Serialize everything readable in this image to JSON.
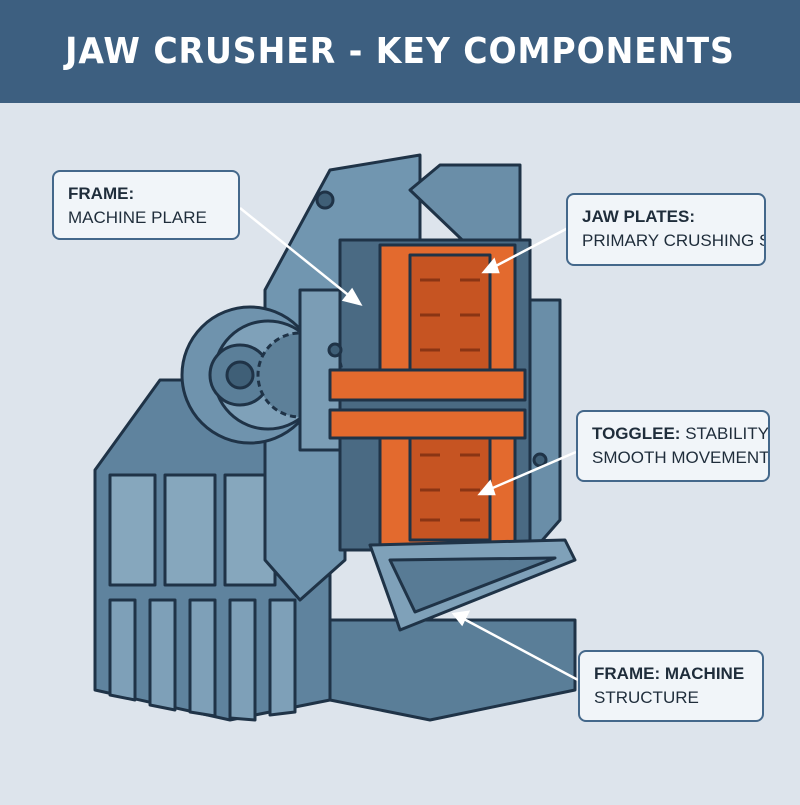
{
  "title": "JAW CRUSHER - KEY COMPONENTS",
  "callouts": {
    "frame_top": {
      "heading": "FRAME:",
      "text": "MACHINE PLARE"
    },
    "jaw_plates": {
      "heading": "JAW PLATES:",
      "text": "PRIMARY CRUSHING SURFACES"
    },
    "togglee": {
      "heading": "TOGGLEE:",
      "text": "STABILITY &",
      "text2": "SMOOTH MOVEMENT"
    },
    "frame_bottom": {
      "heading": "FRAME: MACHINE",
      "text": "STRUCTURE"
    }
  },
  "colors": {
    "header": "#3d5f80",
    "background": "#dde4ec",
    "machine_body": "#6f93ad",
    "machine_shadow": "#4d6f89",
    "outline": "#1f3347",
    "jaw_plate": "#e36a2e",
    "callout_border": "#44688b"
  }
}
